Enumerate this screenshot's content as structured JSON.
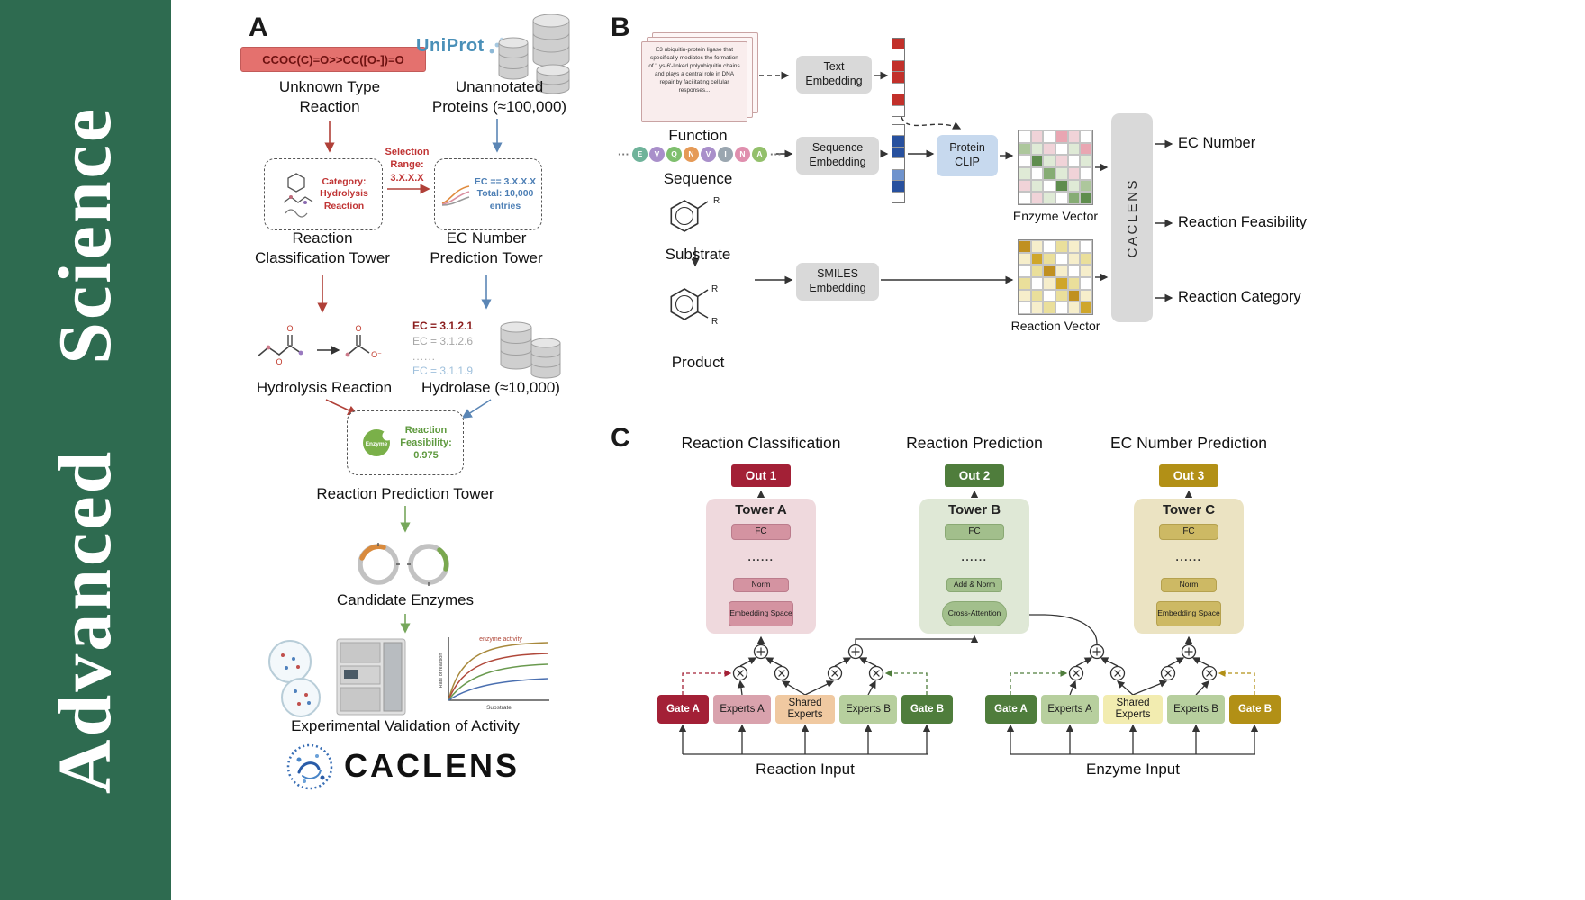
{
  "journal": {
    "name": "Advanced Science"
  },
  "colors": {
    "journal_green": "#2e6b50",
    "arrow_red": "#b04038",
    "arrow_blue": "#5b86b5",
    "arrow_green": "#76a75b",
    "out1_red": "#a32036",
    "out2_green": "#4f7d3c",
    "out3_gold": "#b29016",
    "tower_a_pink": "#efd9dd",
    "tower_b_green": "#dfe8d6",
    "tower_c_tan": "#ebe3c2"
  },
  "panelA": {
    "label": "A",
    "smiles_reaction": "CCOC(C)=O>>CC([O-])=O",
    "unknown_reaction": [
      "Unknown Type",
      "Reaction"
    ],
    "uniprot": "UniProt",
    "unannotated": [
      "Unannotated",
      "Proteins (≈100,000)"
    ],
    "category_box": [
      "Category:",
      "Hydrolysis",
      "Reaction"
    ],
    "selection_range": [
      "Selection",
      "Range:",
      "3.X.X.X"
    ],
    "ec_filter_box": [
      "EC == 3.X.X.X",
      "Total: 10,000",
      "entries"
    ],
    "classification_tower": [
      "Reaction",
      "Classification Tower"
    ],
    "ec_prediction_tower": [
      "EC Number",
      "Prediction Tower"
    ],
    "hydrolysis_reaction": "Hydrolysis Reaction",
    "ec_list": [
      "EC = 3.1.2.1",
      "EC = 3.1.2.6",
      "......",
      "EC = 3.1.1.9"
    ],
    "hydrolase": "Hydrolase (≈10,000)",
    "enzyme_blob": "Enzyme",
    "feasibility": [
      "Reaction",
      "Feasibility:",
      "0.975"
    ],
    "reaction_prediction_tower": "Reaction Prediction Tower",
    "candidate_enzymes": "Candidate Enzymes",
    "activity_plot": {
      "title": "enzyme activity",
      "ylabel": "Rate of reaction",
      "xlabel": "Substrate"
    },
    "experimental_validation": "Experimental Validation of Activity",
    "logo_text": "CACLENS"
  },
  "panelB": {
    "label": "B",
    "function_card_text": "E3 ubiquitin-protein ligase that specifically mediates the formation of 'Lys-6'-linked polyubiquitin chains and plays a central role in DNA repair by facilitating cellular responses...",
    "function": "Function",
    "text_embedding": "Text Embedding",
    "text_vector_cells": [
      "#c2302a",
      "#ffffff",
      "#c2302a",
      "#c2302a",
      "#ffffff",
      "#c2302a",
      "#ffffff"
    ],
    "sequence_ellipsis": "···",
    "sequence_letters": [
      "E",
      "V",
      "Q",
      "N",
      "V",
      "I",
      "N",
      "A"
    ],
    "sequence_colors": [
      "#6fb39a",
      "#a98fca",
      "#7fbf6e",
      "#e59a57",
      "#a98fca",
      "#9aa6b0",
      "#e08fae",
      "#93c06b"
    ],
    "sequence": "Sequence",
    "sequence_embedding": "Sequence Embedding",
    "sequence_vector_cells": [
      "#ffffff",
      "#27509e",
      "#27509e",
      "#ffffff",
      "#6f93cd",
      "#27509e",
      "#ffffff"
    ],
    "protein_clip": "Protein CLIP",
    "enzyme_vector_cells": [
      [
        "#ffffff",
        "#f0d3d8",
        "#ffffff",
        "#e9a6b2",
        "#f0d3d8",
        "#ffffff"
      ],
      [
        "#adc79c",
        "#dfead6",
        "#f0d3d8",
        "#ffffff",
        "#dfead6",
        "#e9a6b2"
      ],
      [
        "#ffffff",
        "#5f8d4e",
        "#dfead6",
        "#f0d3d8",
        "#ffffff",
        "#dfead6"
      ],
      [
        "#dfead6",
        "#ffffff",
        "#86ac74",
        "#dfead6",
        "#f0d3d8",
        "#ffffff"
      ],
      [
        "#f0d3d8",
        "#dfead6",
        "#ffffff",
        "#5f8d4e",
        "#dfead6",
        "#adc79c"
      ],
      [
        "#ffffff",
        "#f0d3d8",
        "#dfead6",
        "#ffffff",
        "#86ac74",
        "#5f8d4e"
      ]
    ],
    "enzyme_vector": "Enzyme Vector",
    "substrate": "Substrate",
    "r_label": "R",
    "product": "Product",
    "smiles_embedding": "SMILES Embedding",
    "reaction_vector_cells": [
      [
        "#c09020",
        "#f6eecb",
        "#ffffff",
        "#eadf9b",
        "#f6eecb",
        "#ffffff"
      ],
      [
        "#f6eecb",
        "#cfa62b",
        "#eadf9b",
        "#ffffff",
        "#f6eecb",
        "#eadf9b"
      ],
      [
        "#ffffff",
        "#eadf9b",
        "#c09020",
        "#f6eecb",
        "#ffffff",
        "#f6eecb"
      ],
      [
        "#eadf9b",
        "#ffffff",
        "#f6eecb",
        "#cfa62b",
        "#eadf9b",
        "#ffffff"
      ],
      [
        "#f6eecb",
        "#eadf9b",
        "#ffffff",
        "#eadf9b",
        "#c09020",
        "#f6eecb"
      ],
      [
        "#ffffff",
        "#f6eecb",
        "#eadf9b",
        "#ffffff",
        "#f6eecb",
        "#cfa62b"
      ]
    ],
    "reaction_vector": "Reaction Vector",
    "caclens": "CACLENS",
    "outputs": [
      "EC Number",
      "Reaction Feasibility",
      "Reaction Category"
    ]
  },
  "panelC": {
    "label": "C",
    "columns": [
      {
        "title": "Reaction Classification",
        "out": "Out 1",
        "tower": "Tower A",
        "fc": "FC",
        "dots": "......",
        "norm": "Norm",
        "base": "Embedding Space"
      },
      {
        "title": "Reaction Prediction",
        "out": "Out 2",
        "tower": "Tower B",
        "fc": "FC",
        "dots": "......",
        "norm": "Add & Norm",
        "base": "Cross-Attention"
      },
      {
        "title": "EC Number Prediction",
        "out": "Out 3",
        "tower": "Tower C",
        "fc": "FC",
        "dots": "......",
        "norm": "Norm",
        "base": "Embedding Space"
      }
    ],
    "left_group": {
      "boxes": [
        "Gate A",
        "Experts A",
        "Shared Experts",
        "Experts B",
        "Gate B"
      ],
      "input": "Reaction Input"
    },
    "right_group": {
      "boxes": [
        "Gate A",
        "Experts A",
        "Shared Experts",
        "Experts B",
        "Gate B"
      ],
      "input": "Enzyme Input"
    }
  }
}
